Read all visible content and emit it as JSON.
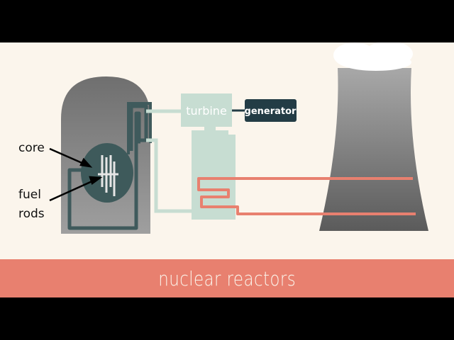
{
  "labels": {
    "core": "core",
    "fuel_line1": "fuel",
    "fuel_line2": "rods",
    "turbine": "turbine",
    "generator": "generator"
  },
  "banner": {
    "title": "nuclear reactors"
  },
  "colors": {
    "background": "#fbf5ec",
    "banner": "#e8806f",
    "pipe": "#c7ddd2",
    "coolant_loop": "#3f5a5c",
    "core": "#3e5a5b",
    "reactor_top": "#6f6f6f",
    "reactor_bottom": "#9a9a9a",
    "tower_top": "#9a9a9a",
    "tower_bottom": "#5f5f5f",
    "condenser_pipe": "#e8806f",
    "generator": "#233c45"
  }
}
